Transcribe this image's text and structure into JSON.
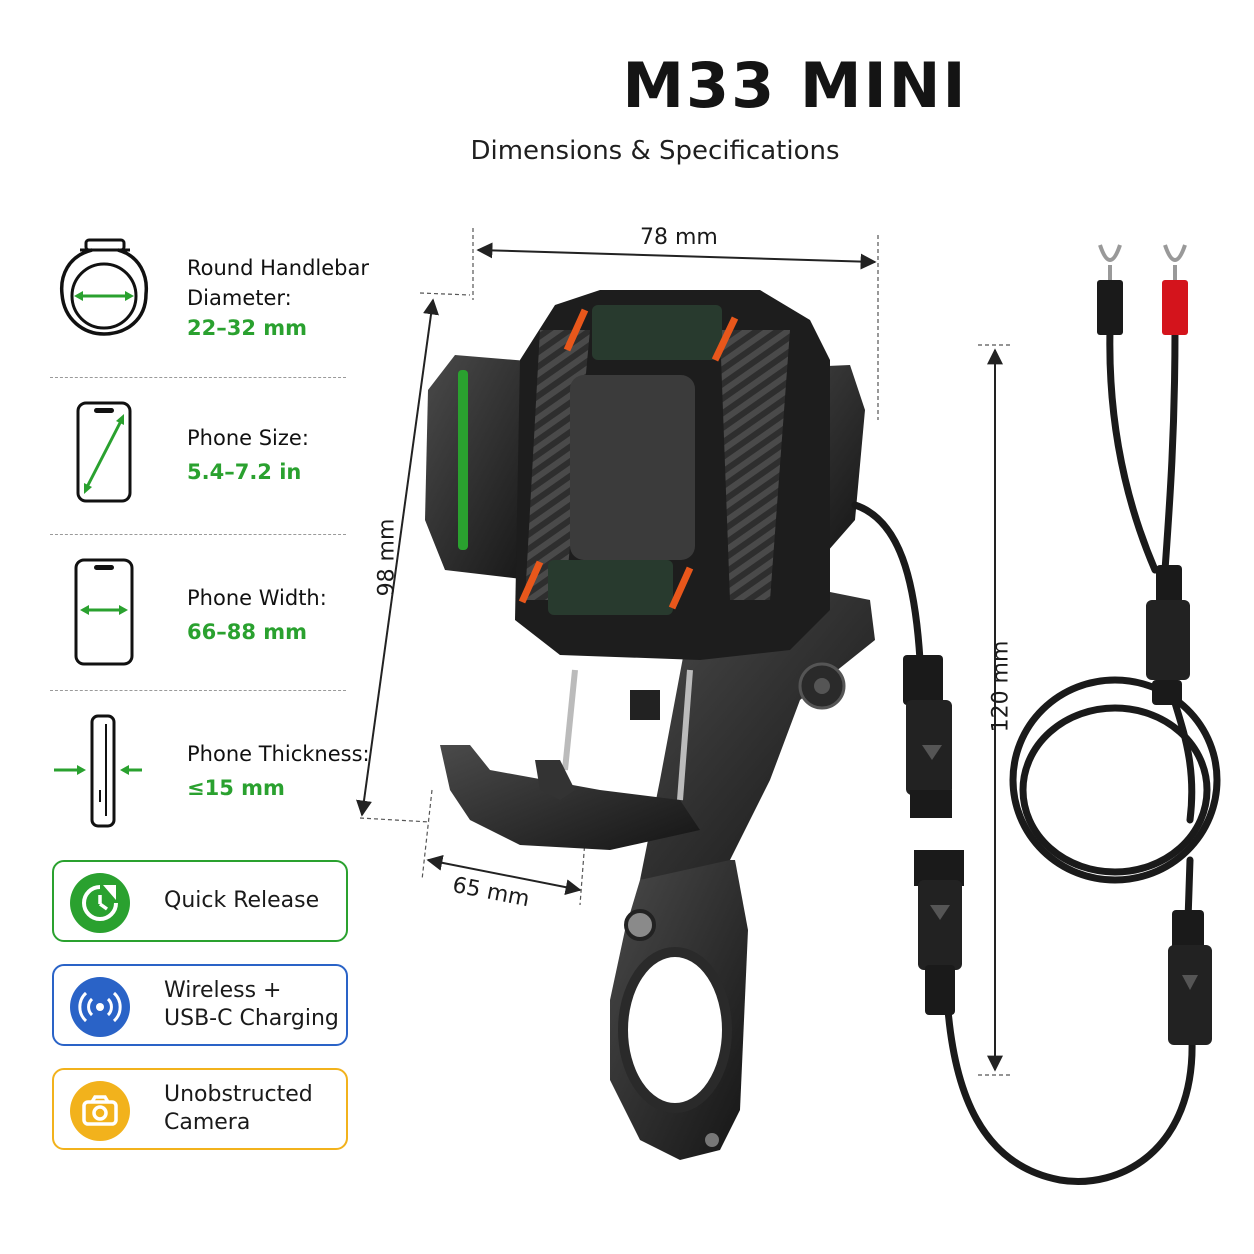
{
  "header": {
    "title": "M33 MINI",
    "subtitle": "Dimensions & Specifications"
  },
  "specs": [
    {
      "icon": "handlebar-clamp-icon",
      "label_line1": "Round Handlebar",
      "label_line2": "Diameter:",
      "value": "22–32 mm"
    },
    {
      "icon": "phone-diagonal-icon",
      "label_line1": "Phone Size:",
      "value": "5.4–7.2 in"
    },
    {
      "icon": "phone-width-icon",
      "label_line1": "Phone Width:",
      "value": "66–88 mm"
    },
    {
      "icon": "phone-thickness-icon",
      "label_line1": "Phone Thickness:",
      "value": "≤15 mm"
    }
  ],
  "features": [
    {
      "icon": "quick-release-icon",
      "label": "Quick Release",
      "color": "#2aa12f"
    },
    {
      "icon": "wireless-charging-icon",
      "label": "Wireless +\nUSB-C Charging",
      "color": "#2a63c7"
    },
    {
      "icon": "camera-icon",
      "label": "Unobstructed\nCamera",
      "color": "#f2b21c"
    }
  ],
  "dimensions": {
    "width": "78 mm",
    "height": "98 mm",
    "depth": "65 mm",
    "cable": "120 mm"
  },
  "colors": {
    "accent_green": "#2aa12f",
    "accent_blue": "#2a63c7",
    "accent_yellow": "#f2b21c",
    "accent_orange": "#e8571b",
    "terminal_red": "#d4141c"
  }
}
